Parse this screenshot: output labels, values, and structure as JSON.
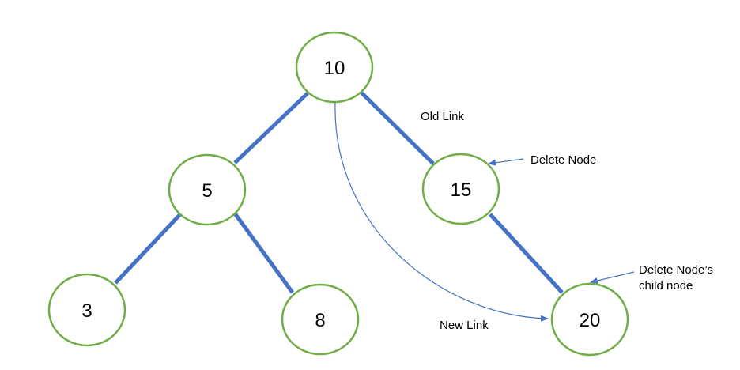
{
  "colors": {
    "edge": "#4472C4",
    "node_border": "#70AD47",
    "node_fill": "#FFFFFF",
    "text": "#000000"
  },
  "nodes": {
    "n10": "10",
    "n5": "5",
    "n15": "15",
    "n3": "3",
    "n8": "8",
    "n20": "20"
  },
  "annotations": {
    "old_link": "Old Link",
    "new_link": "New Link",
    "delete_node": "Delete Node",
    "child_line1": "Delete Node’s",
    "child_line2": "child node"
  }
}
